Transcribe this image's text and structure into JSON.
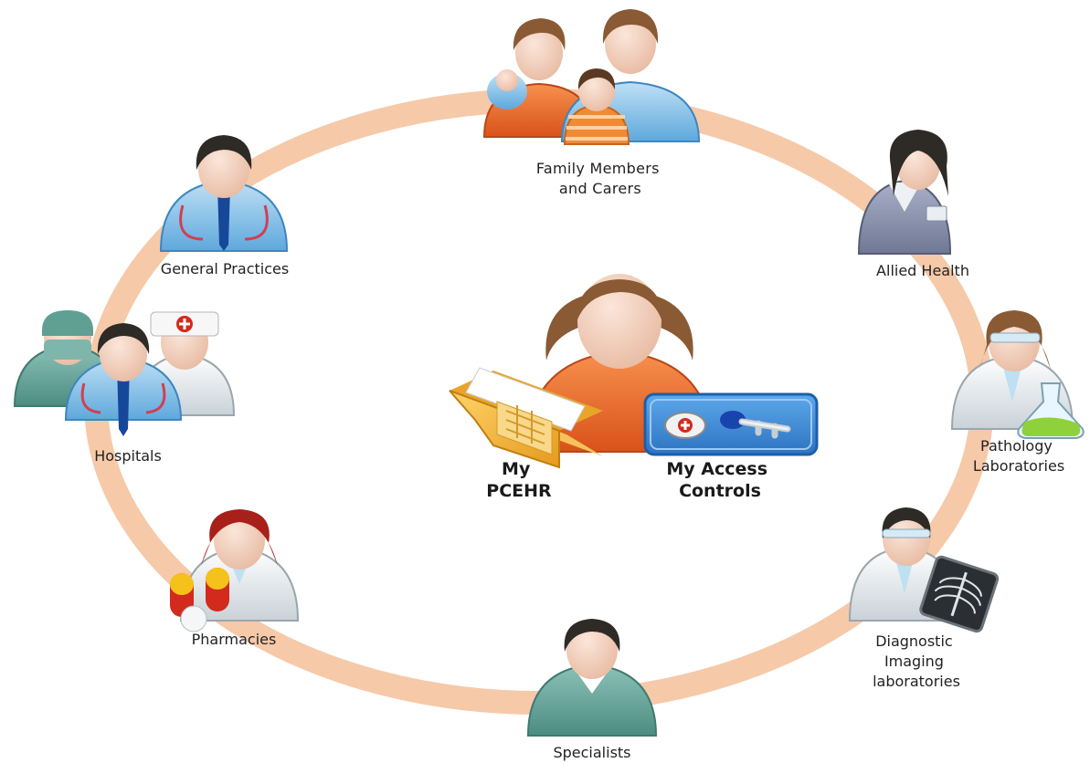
{
  "center": {
    "my_pcehr": [
      "My",
      "PCEHR"
    ],
    "my_access_controls": [
      "My Access",
      "Controls"
    ]
  },
  "nodes": {
    "family": [
      "Family Members",
      "and Carers"
    ],
    "allied": [
      "Allied Health"
    ],
    "pathology": [
      "Pathology",
      "Laboratories"
    ],
    "imaging": [
      "Diagnostic",
      "Imaging",
      "laboratories"
    ],
    "specialists": [
      "Specialists"
    ],
    "pharmacies": [
      "Pharmacies"
    ],
    "hospitals": [
      "Hospitals"
    ],
    "gp": [
      "General Practices"
    ]
  },
  "colors": {
    "ring": "#f6c9a9",
    "skin": "#f3d3c1",
    "hair_dark": "#2e2a26",
    "hair_brown": "#8a5a34",
    "orange": "#e9692a",
    "blue_coat": "#8ec6ea",
    "grey_coat": "#8a92ad",
    "teal_coat": "#5f9f94",
    "white_coat": "#eef1f3",
    "folder": "#f6b83a",
    "key_panel": "#3f8fd8"
  }
}
